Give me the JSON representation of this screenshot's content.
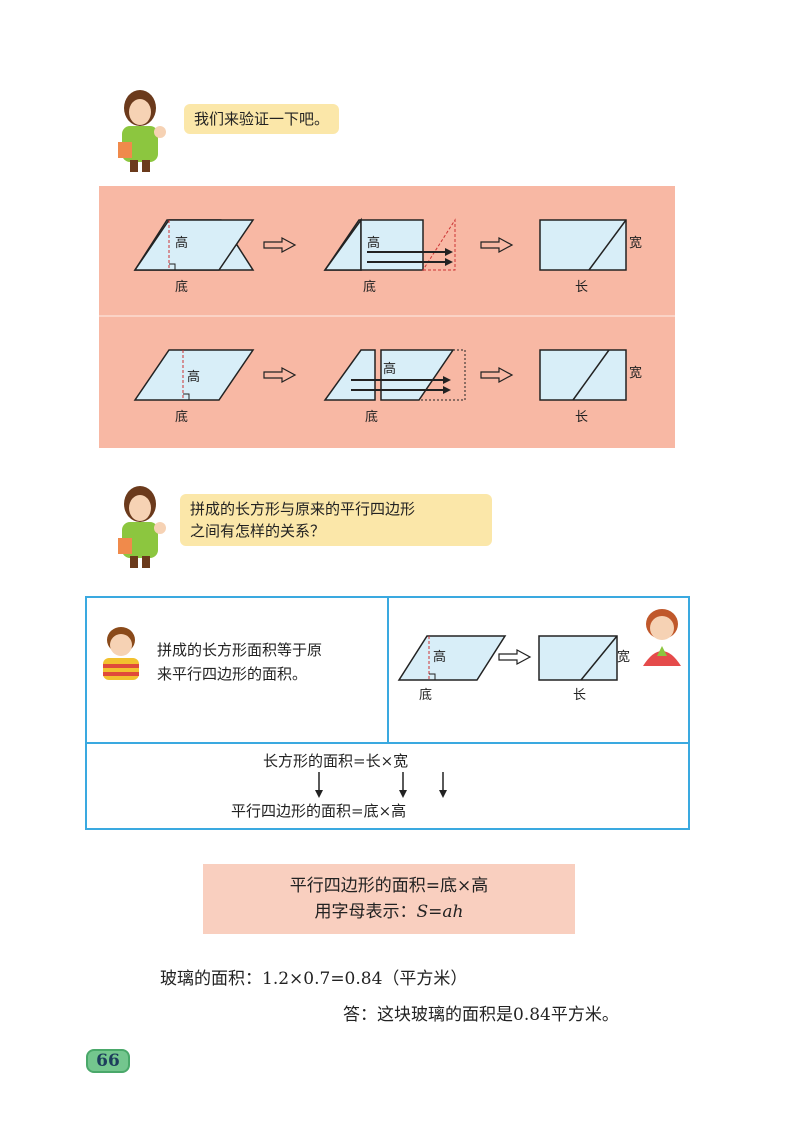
{
  "bubble1": "我们来验证一下吧。",
  "bubble2_line1": "拼成的长方形与原来的平行四边形",
  "bubble2_line2": "之间有怎样的关系？",
  "labels": {
    "height": "高",
    "base": "底",
    "length": "长",
    "width": "宽"
  },
  "kid_text_line1": "拼成的长方形面积等于原",
  "kid_text_line2": "来平行四边形的面积。",
  "derivation": {
    "rect_formula": "长方形的面积=长×宽",
    "para_formula": "平行四边形的面积=底×高"
  },
  "formula_box": {
    "line1": "平行四边形的面积=底×高",
    "line2_prefix": "用字母表示：",
    "line2_formula": "S=ah"
  },
  "glass_calc": "玻璃的面积：1.2×0.7=0.84（平方米）",
  "answer": "答：这块玻璃的面积是0.84平方米。",
  "page_number": "66",
  "colors": {
    "panel": "#f8b8a4",
    "shape_fill": "#d8eef8",
    "bubble": "#fbe7a9",
    "blue_border": "#3aa9e0",
    "page_badge": "#74c68e"
  }
}
